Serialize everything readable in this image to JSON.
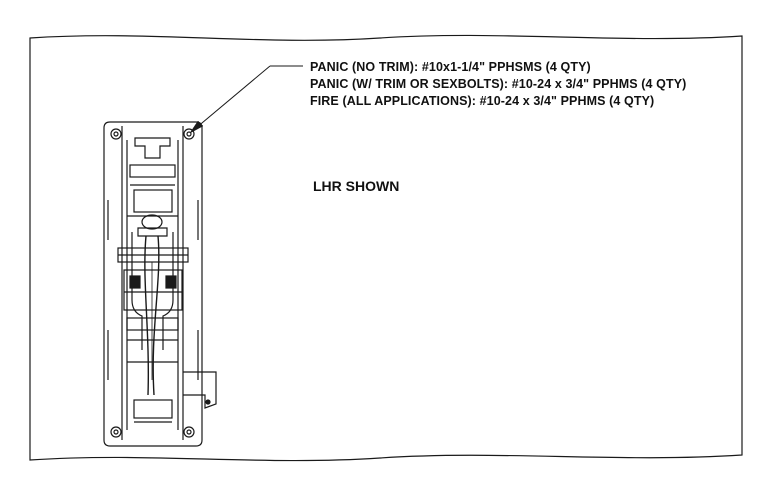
{
  "callout": {
    "lines": [
      "PANIC (NO TRIM): #10x1-1/4\" PPHSMS (4 QTY)",
      "PANIC (W/ TRIM OR SEXBOLTS):  #10-24 x 3/4\" PPHMS (4 QTY)",
      "FIRE (ALL APPLICATIONS): #10-24 x 3/4\" PPHMS (4 QTY)"
    ]
  },
  "view_label": "LHR SHOWN",
  "colors": {
    "line": "#1a1a1a",
    "background": "#ffffff"
  }
}
